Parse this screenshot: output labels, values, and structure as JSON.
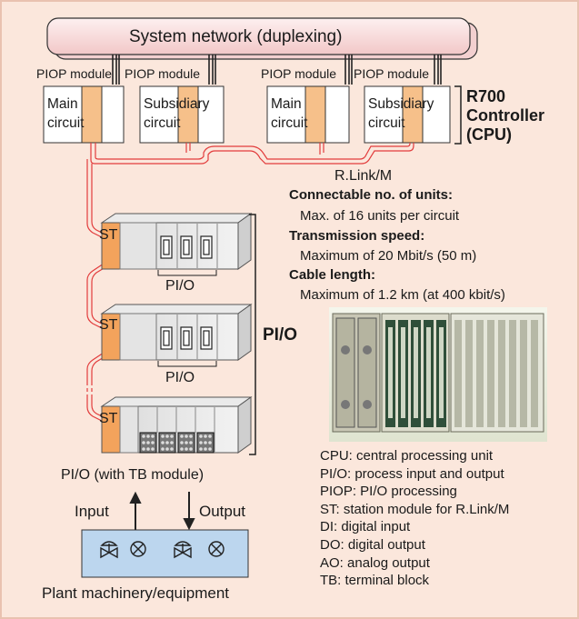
{
  "network": {
    "title": "System network (duplexing)"
  },
  "piop_labels": [
    "PIOP module",
    "PIOP module",
    "PIOP module",
    "PIOP module"
  ],
  "circuits": [
    {
      "line1": "Main",
      "line2": "circuit"
    },
    {
      "line1": "Subsidiary",
      "line2": "circuit"
    },
    {
      "line1": "Main",
      "line2": "circuit"
    },
    {
      "line1": "Subsidiary",
      "line2": "circuit"
    }
  ],
  "controller": {
    "line1": "R700",
    "line2": "Controller",
    "line3": "(CPU)"
  },
  "rlink_label": "R.Link/M",
  "specs": [
    {
      "heading": "Connectable no. of units:",
      "value": "Max. of 16 units per circuit"
    },
    {
      "heading": "Transmission speed:",
      "value": "Maximum of 20 Mbit/s (50 m)"
    },
    {
      "heading": "Cable length:",
      "value": "Maximum of 1.2 km (at 400 kbit/s)"
    }
  ],
  "pio_units": [
    {
      "st": "ST",
      "label": "PI/O"
    },
    {
      "st": "ST",
      "label": "PI/O"
    },
    {
      "st": "ST",
      "label": "PI/O (with TB module)"
    }
  ],
  "pio_group_label": "PI/O",
  "io": {
    "input": "Input",
    "output": "Output"
  },
  "plant_label": "Plant machinery/equipment",
  "legend": [
    "CPU: central processing unit",
    "PI/O: process input and output",
    "PIOP: PI/O processing",
    "ST: station module for R.Link/M",
    "DI: digital input",
    "DO: digital output",
    "AO: analog output",
    "TB: terminal block"
  ],
  "colors": {
    "background": "#fbe7dc",
    "network_bar": "#f7dcdc",
    "orange_module": "#f6c08a",
    "st_module": "#f3a35c",
    "cable": "#e23c3c",
    "plant_box": "#bcd6ee"
  }
}
